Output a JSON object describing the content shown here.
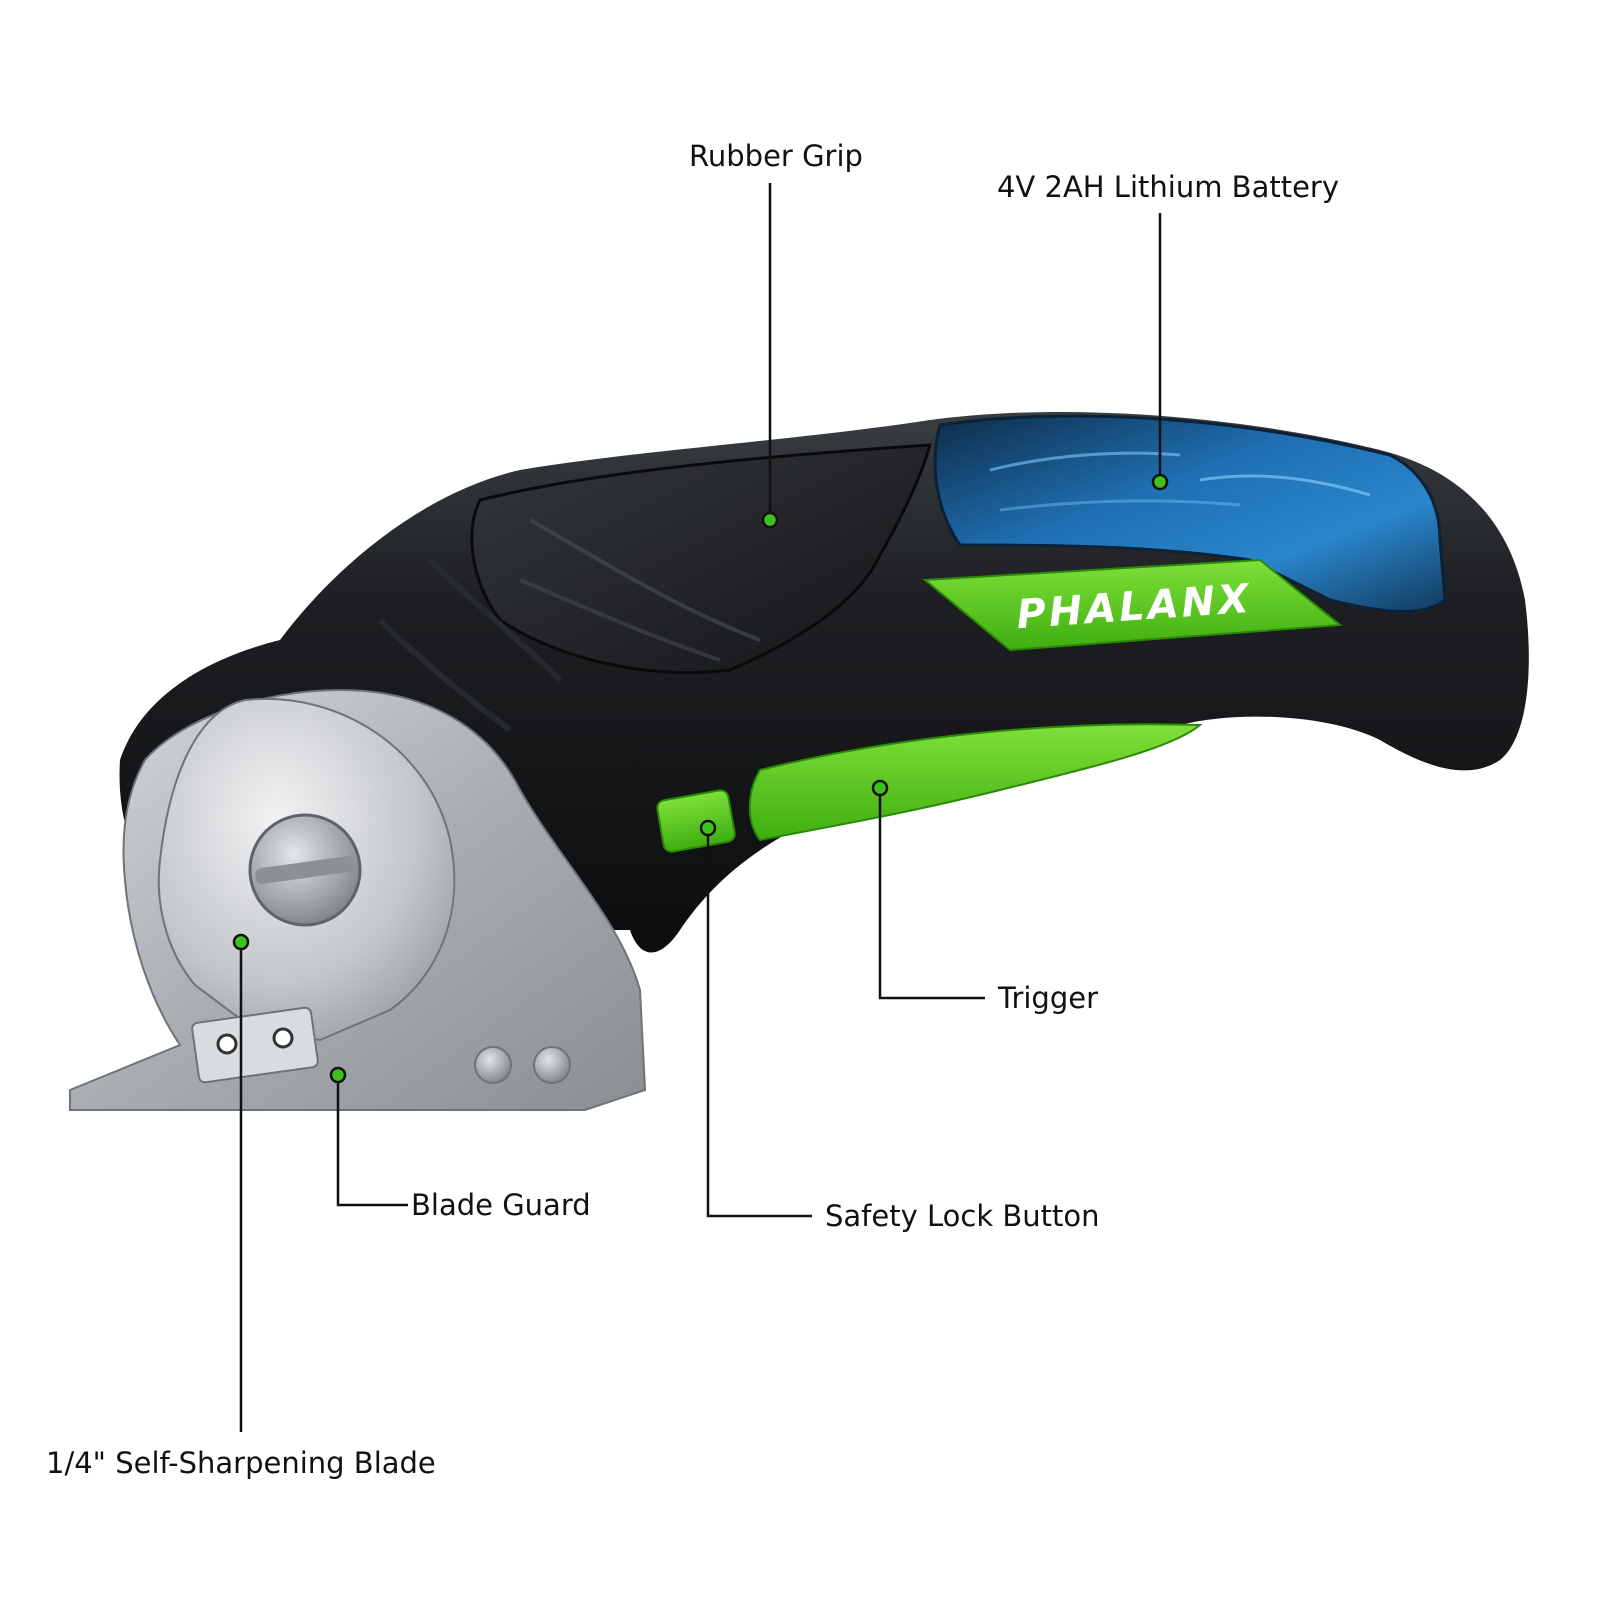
{
  "brand": {
    "logo_text": "PHALANX"
  },
  "callouts": {
    "rubber_grip": "Rubber Grip",
    "battery": "4V 2AH Lithium Battery",
    "trigger": "Trigger",
    "blade_guard": "Blade Guard",
    "safety_lock": "Safety Lock Button",
    "blade": "1/4\" Self-Sharpening Blade"
  },
  "colors": {
    "accent_green": "#5ccc1c",
    "dot_green": "#3cc21a",
    "body_black": "#1a1c1e",
    "blade_silver": "#b4b8bd",
    "battery_blue": "#1f6fb2",
    "text": "#111111"
  }
}
